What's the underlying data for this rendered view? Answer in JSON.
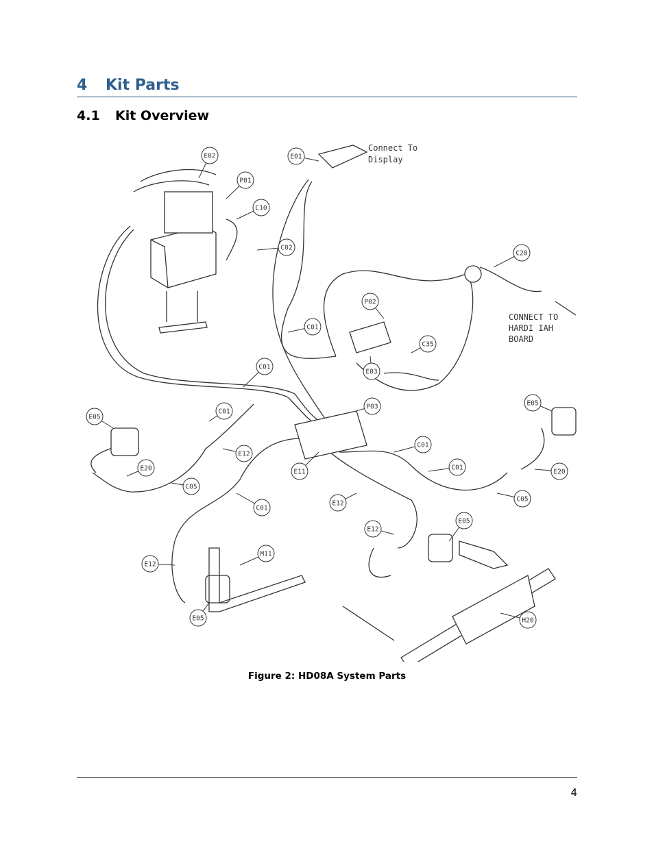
{
  "section": {
    "number": "4",
    "title": "Kit Parts"
  },
  "subsection": {
    "number": "4.1",
    "title": "Kit Overview"
  },
  "figure": {
    "caption": "Figure 2: HD08A System Parts",
    "notes": {
      "display": [
        "Connect To",
        "Display"
      ],
      "board": [
        "CONNECT TO",
        "HARDI IAH",
        "BOARD"
      ]
    },
    "callouts": [
      {
        "label": "E02"
      },
      {
        "label": "P01"
      },
      {
        "label": "C10"
      },
      {
        "label": "E01"
      },
      {
        "label": "C02"
      },
      {
        "label": "C20"
      },
      {
        "label": "P02"
      },
      {
        "label": "C01"
      },
      {
        "label": "C35"
      },
      {
        "label": "E03"
      },
      {
        "label": "C01"
      },
      {
        "label": "P03"
      },
      {
        "label": "E05"
      },
      {
        "label": "C01"
      },
      {
        "label": "E20"
      },
      {
        "label": "E12"
      },
      {
        "label": "C05"
      },
      {
        "label": "E11"
      },
      {
        "label": "C01"
      },
      {
        "label": "E12"
      },
      {
        "label": "E05"
      },
      {
        "label": "E20"
      },
      {
        "label": "C05"
      },
      {
        "label": "C01"
      },
      {
        "label": "C01"
      },
      {
        "label": "E12"
      },
      {
        "label": "E05"
      },
      {
        "label": "E12"
      },
      {
        "label": "M11"
      },
      {
        "label": "E05"
      },
      {
        "label": "H20"
      }
    ]
  },
  "page_number": "4"
}
